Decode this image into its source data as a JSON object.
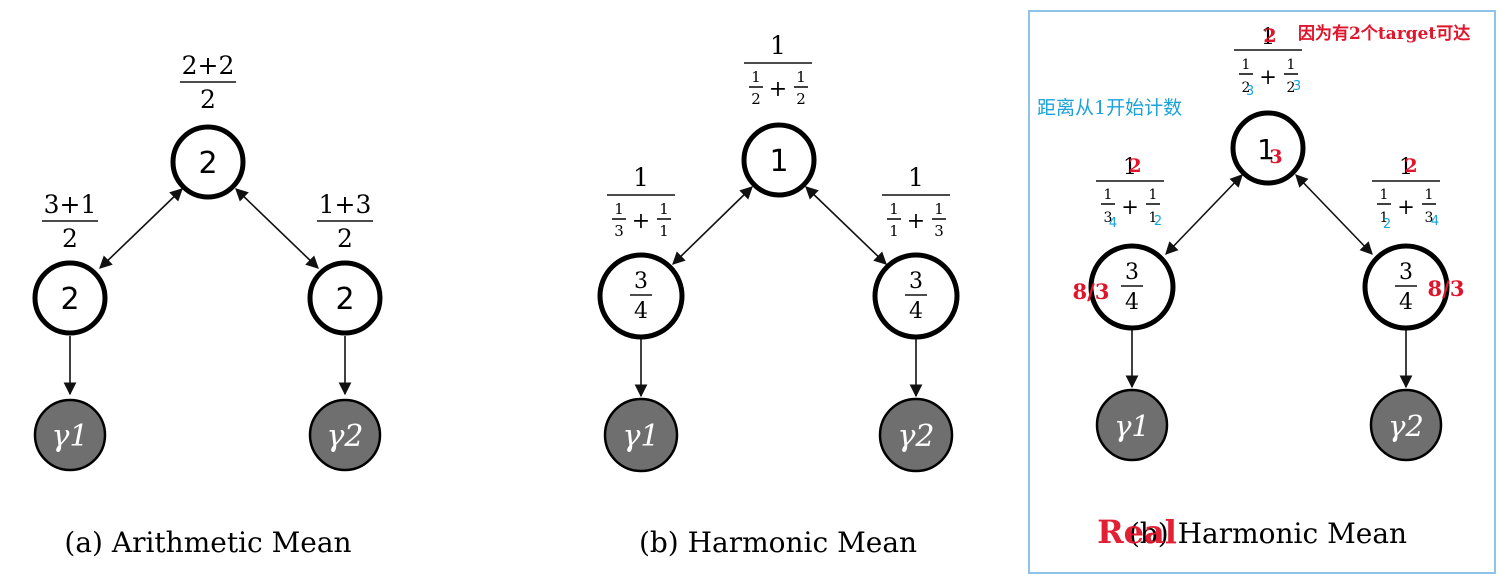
{
  "panel_a": {
    "caption": "(a) Arithmetic Mean",
    "top": {
      "value": "2",
      "frac_num": "2+2",
      "frac_den": "2"
    },
    "left": {
      "value": "2",
      "frac_num": "3+1",
      "frac_den": "2"
    },
    "right": {
      "value": "2",
      "frac_num": "1+3",
      "frac_den": "2"
    },
    "targets": [
      "γ1",
      "γ2"
    ]
  },
  "panel_b": {
    "caption": "(b) Harmonic Mean",
    "top": {
      "value": "1",
      "num": "1",
      "t1d": "2",
      "t2d": "2"
    },
    "left": {
      "value_num": "3",
      "value_den": "4",
      "num": "1",
      "t1d": "3",
      "t2d": "1"
    },
    "right": {
      "value_num": "3",
      "value_den": "4",
      "num": "1",
      "t1d": "1",
      "t2d": "3"
    },
    "targets": [
      "γ1",
      "γ2"
    ]
  },
  "panel_c": {
    "caption_overlay": "Real",
    "caption": "(b) Harmonic Mean",
    "note_top": "因为有2个target可达",
    "note_distance": "距离从1开始计数",
    "top": {
      "value": "1",
      "value_red": "3",
      "num": "1",
      "num_red": "2",
      "t1d": "2",
      "t1d_blue": "3",
      "t2d": "2",
      "t2d_blue": "3"
    },
    "left": {
      "value_num": "3",
      "value_den": "4",
      "side_red": "8/3",
      "num": "1",
      "num_red": "2",
      "t1d": "3",
      "t1d_blue": "4",
      "t2d": "1",
      "t2d_blue": "2"
    },
    "right": {
      "value_num": "3",
      "value_den": "4",
      "side_red": "8/3",
      "num": "1",
      "num_red": "2",
      "t1d": "1",
      "t1d_blue": "2",
      "t2d": "3",
      "t2d_blue": "4"
    },
    "targets": [
      "γ1",
      "γ2"
    ],
    "colors": {
      "annotation_red": "#e0142b",
      "annotation_blue": "#1aa3d9",
      "frame": "#8fc3ea"
    }
  }
}
